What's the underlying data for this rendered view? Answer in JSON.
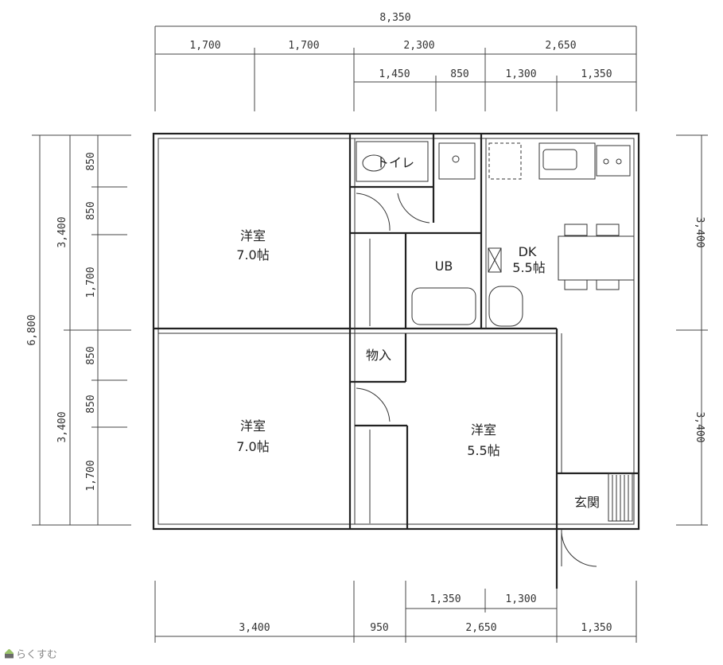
{
  "dimensions": {
    "top_total": "8,350",
    "top_row1": [
      "1,700",
      "1,700",
      "2,300",
      "2,650"
    ],
    "top_row2": [
      "1,450",
      "850",
      "1,300",
      "1,350"
    ],
    "left_total": "6,800",
    "left_row1": [
      "3,400",
      "3,400"
    ],
    "left_row2": [
      "850",
      "850",
      "1,700",
      "850",
      "850",
      "1,700"
    ],
    "right": [
      "3,400",
      "3,400"
    ],
    "bottom_row1": [
      "1,350",
      "1,300"
    ],
    "bottom_row2": [
      "3,400",
      "950",
      "2,650",
      "1,350"
    ]
  },
  "rooms": {
    "western_nw": {
      "name": "洋室",
      "size": "7.0帖"
    },
    "western_sw": {
      "name": "洋室",
      "size": "7.0帖"
    },
    "western_s": {
      "name": "洋室",
      "size": "5.5帖"
    },
    "dk": {
      "name": "DK",
      "size": "5.5帖"
    },
    "toilet": "トイレ",
    "bath": "UB",
    "closet": "物入",
    "entrance": "玄関"
  },
  "brand": "らくすむ"
}
